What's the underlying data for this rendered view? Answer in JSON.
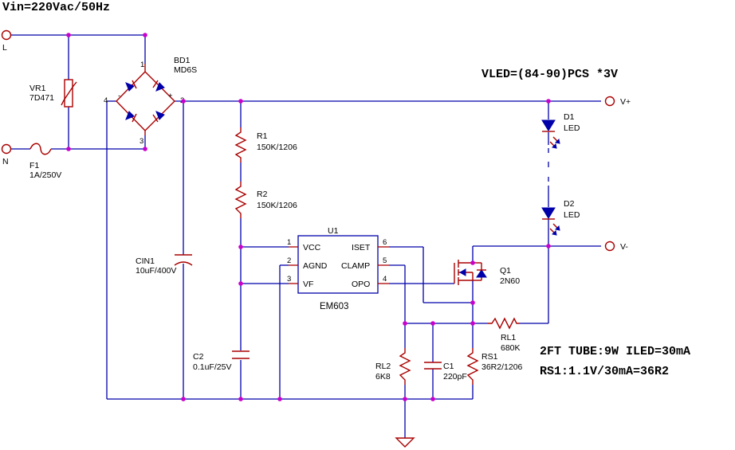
{
  "title": "Vin=220Vac/50Hz",
  "vled": "VLED=(84-90)PCS *3V",
  "tube": "2FT TUBE:9W ILED=30mA",
  "rs": "RS1:1.1V/30mA=36R2",
  "terminals": {
    "l": "L",
    "n": "N",
    "vplus": "V+",
    "vminus": "V-"
  },
  "components": {
    "bd1": {
      "ref": "BD1",
      "value": "MD6S",
      "pins": {
        "p1": "1",
        "p2": "2",
        "p3": "3",
        "p4": "4",
        "minus": "-",
        "plus": "+"
      }
    },
    "vr1": {
      "ref": "VR1",
      "value": "7D471"
    },
    "f1": {
      "ref": "F1",
      "value": "1A/250V"
    },
    "cin1": {
      "ref": "CIN1",
      "value": "10uF/400V"
    },
    "r1": {
      "ref": "R1",
      "value": "150K/1206"
    },
    "r2": {
      "ref": "R2",
      "value": "150K/1206"
    },
    "c2": {
      "ref": "C2",
      "value": "0.1uF/25V"
    },
    "u1": {
      "ref": "U1",
      "part": "EM603",
      "pins": [
        {
          "num": "1",
          "name": "VCC"
        },
        {
          "num": "2",
          "name": "AGND"
        },
        {
          "num": "3",
          "name": "VF"
        },
        {
          "num": "6",
          "name": "ISET"
        },
        {
          "num": "5",
          "name": "CLAMP"
        },
        {
          "num": "4",
          "name": "OPO"
        }
      ]
    },
    "q1": {
      "ref": "Q1",
      "value": "2N60"
    },
    "d1": {
      "ref": "D1",
      "value": "LED"
    },
    "d2": {
      "ref": "D2",
      "value": "LED"
    },
    "rl1": {
      "ref": "RL1",
      "value": "680K"
    },
    "rl2": {
      "ref": "RL2",
      "value": "6K8"
    },
    "c1": {
      "ref": "C1",
      "value": "220pF"
    },
    "rs1": {
      "ref": "RS1",
      "value": "36R2/1206"
    }
  },
  "colors": {
    "wire": "#0000aa",
    "component": "#aa0000",
    "junction": "#cc00cc"
  }
}
